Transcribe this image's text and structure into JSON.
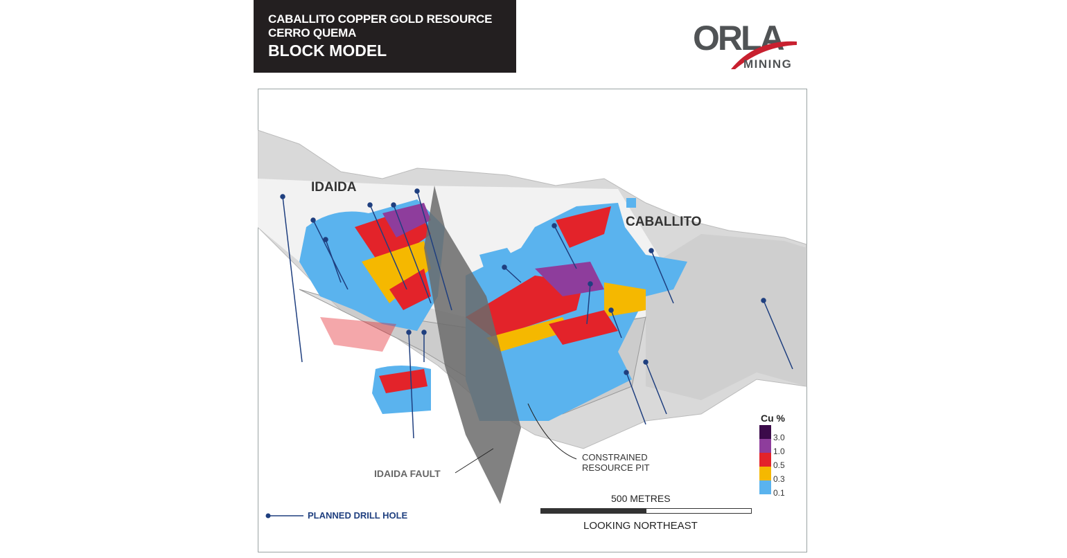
{
  "title": {
    "line1": "CABALLITO COPPER GOLD RESOURCE",
    "line2": "CERRO QUEMA",
    "line3": "BLOCK MODEL"
  },
  "logo": {
    "brand": "ORLA",
    "sub": "MINING",
    "accent": "#c8202f",
    "gray": "#505355"
  },
  "labels": {
    "idaida": "IDAIDA",
    "caballito": "CABALLITO",
    "fault": "IDAIDA FAULT",
    "pit_line1": "CONSTRAINED",
    "pit_line2": "RESOURCE PIT",
    "drill_hole": "PLANNED DRILL HOLE"
  },
  "legend": {
    "title": "Cu %",
    "items": [
      {
        "value": "3.0",
        "color": "#3b0a4a"
      },
      {
        "value": "1.0",
        "color": "#8e3d9c"
      },
      {
        "value": "0.5",
        "color": "#e3232a"
      },
      {
        "value": "0.3",
        "color": "#f5b800"
      },
      {
        "value": "0.1",
        "color": "#5ab3ee"
      }
    ]
  },
  "scale": {
    "label": "500 METRES",
    "direction": "LOOKING NORTHEAST"
  }
}
